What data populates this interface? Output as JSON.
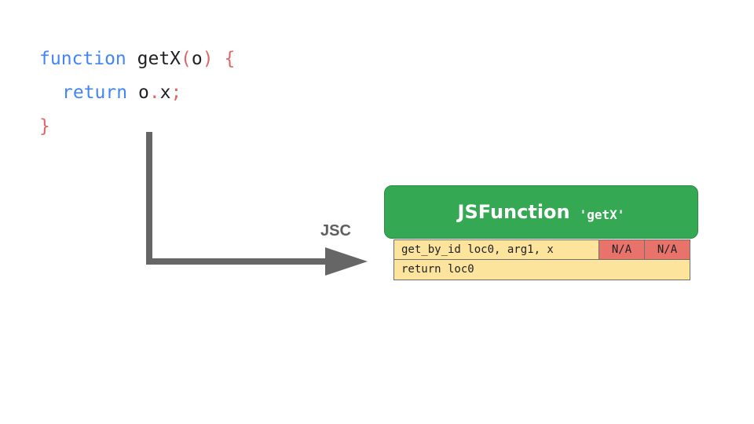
{
  "code": {
    "line1": {
      "keyword": "function",
      "name": "getX",
      "open_paren": "(",
      "param": "o",
      "close_paren": ")",
      "open_brace": "{"
    },
    "line2": {
      "keyword": "return",
      "object": "o",
      "dot": ".",
      "property": "x",
      "semicolon": ";"
    },
    "line3": {
      "close_brace": "}"
    }
  },
  "arrow": {
    "label": "JSC",
    "color": "#666666"
  },
  "jsfunction": {
    "title": "JSFunction",
    "name": "'getX'",
    "color": "#34a853"
  },
  "bytecode": {
    "rows": [
      {
        "instruction": "get_by_id loc0, arg1, x",
        "slots": [
          "N/A",
          "N/A"
        ]
      },
      {
        "instruction": "return loc0"
      }
    ],
    "instruction_color": "#fde49c",
    "slot_color": "#e8736a"
  }
}
